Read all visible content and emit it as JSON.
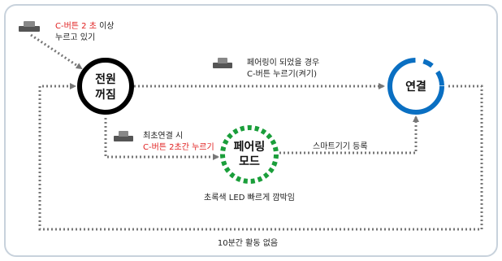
{
  "diagram": {
    "nodes": {
      "power_off": {
        "line1": "전원",
        "line2": "꺼짐"
      },
      "pairing": {
        "line1": "페어링",
        "line2": "모드"
      },
      "connected": {
        "label": "연결"
      }
    },
    "annotations": {
      "hold_button": {
        "highlight": "C-버튼 2 초",
        "suffix": " 이상",
        "line2": "누르고 있기"
      },
      "pairing_complete": {
        "line1": "페어링이 되었을 경우",
        "line2": "C-버튼 누르기(켜기)"
      },
      "first_connect": {
        "line1": "최초연결 시",
        "line2": "C-버튼 2초간 누르기"
      },
      "register_smart": "스마트기기 등록",
      "led_blink": "초록색 LED 빠르게 깜박임",
      "idle_timeout": "10분간 활동 없음"
    },
    "colors": {
      "power_off_ring": "#000000",
      "pairing_ring": "#1a9e3a",
      "connected_ring": "#0a6fc2",
      "highlight_text": "#e02020",
      "arrow": "#777777",
      "frame": "#c8d2dc"
    },
    "icons": [
      "button-icon",
      "button-icon",
      "button-icon"
    ]
  }
}
